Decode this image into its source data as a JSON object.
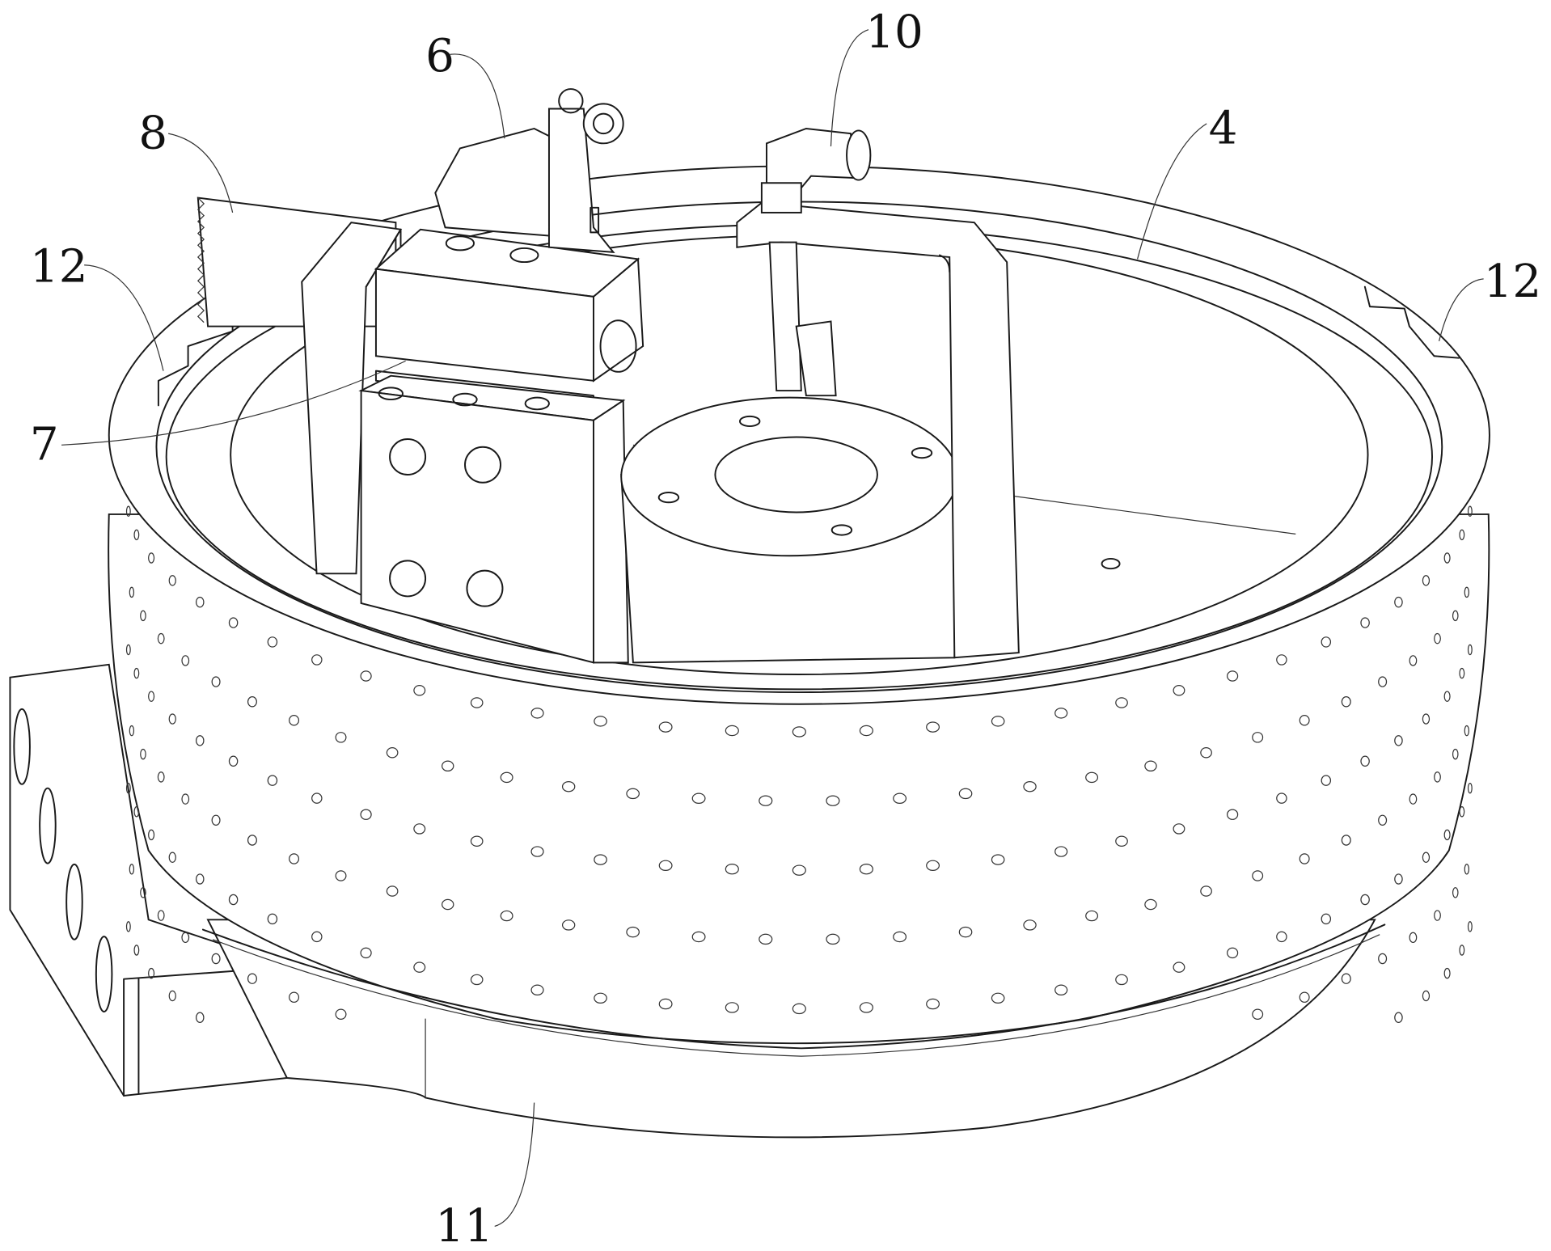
{
  "figure": {
    "labels": {
      "l4": "4",
      "l6": "6",
      "l7": "7",
      "l8": "8",
      "l10": "10",
      "l11": "11",
      "l12_left": "12",
      "l12_right": "12"
    },
    "line_color": "#1a1a1a",
    "background": "#ffffff"
  }
}
